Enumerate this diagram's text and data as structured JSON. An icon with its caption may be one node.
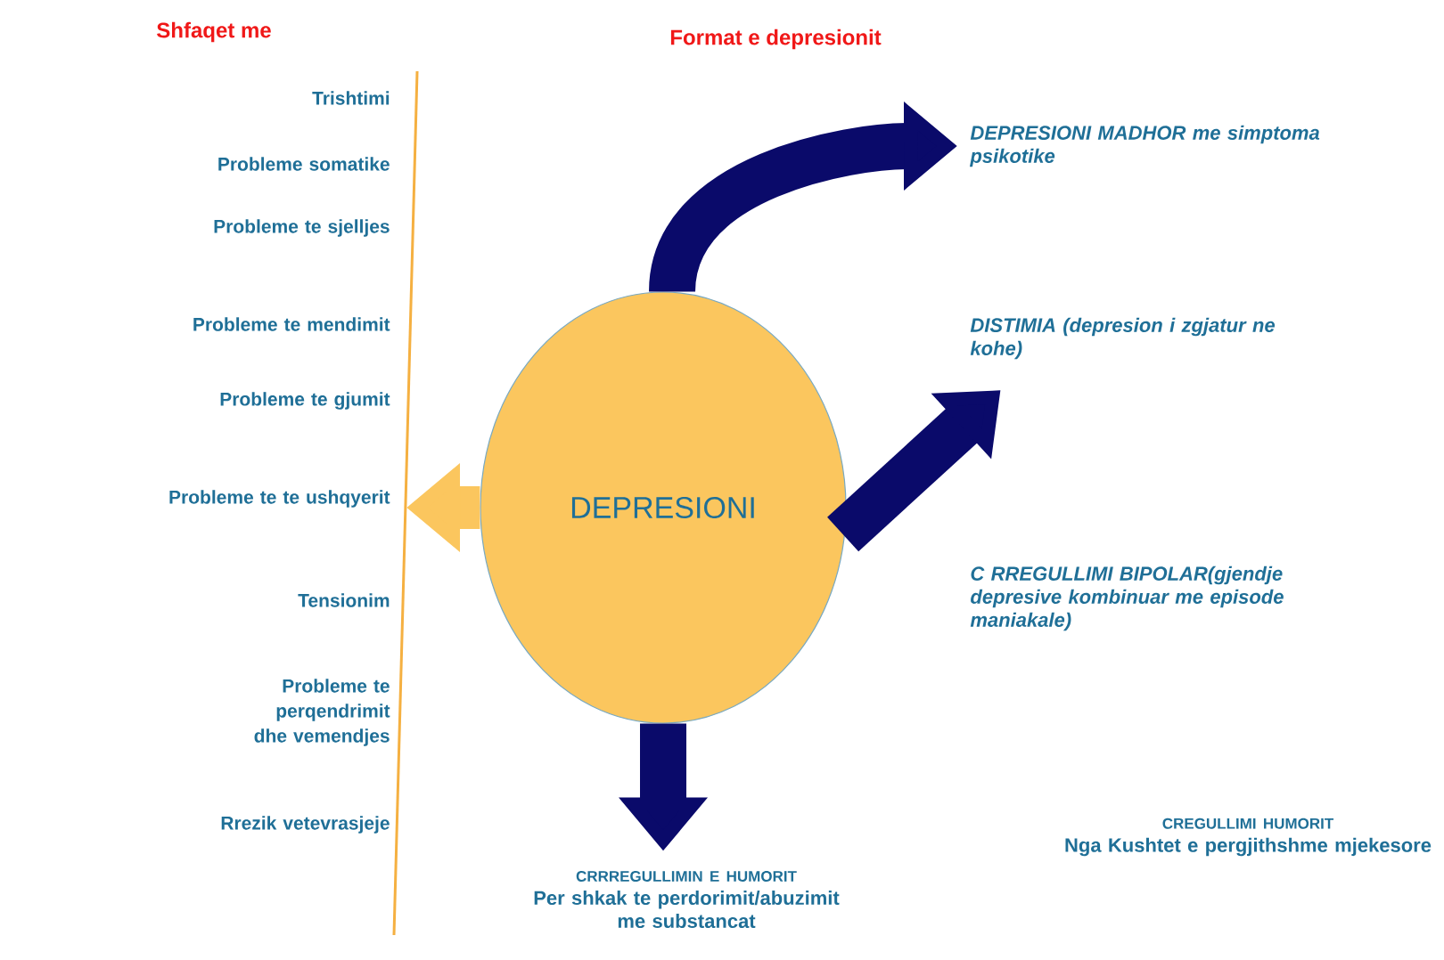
{
  "diagram": {
    "title": "Format e depresionit",
    "nodes": [
      {
        "text": [
          "DEPRESIONI"
        ]
      },
      {
        "text": [
          "DEPRESIONI MADHOR me simptoma psikotike"
        ]
      },
      {
        "text": [
          "DISTIMIA (depresion i zgjatur ne kohe)"
        ]
      },
      {
        "text": [
          "C RREGULLIMI BIPOLAR(gjendje depresive kombinuar me episode maniakale)"
        ]
      },
      {
        "text": [
          "CRRREGULLIMIN E HUMORIT",
          "Per shkak te perdorimit/abuzimit me substancat"
        ]
      },
      {
        "text": [
          "CREGULLIMI HUMORIT",
          "Nga Kushtet e pergjithshme mjekesore"
        ]
      }
    ],
    "edges": [
      {
        "from": 0,
        "to": 1,
        "arrow": "to"
      },
      {
        "from": 0,
        "to": 2,
        "arrow": "to"
      },
      {
        "from": 0,
        "to": 4,
        "arrow": "to"
      },
      {
        "from": 0,
        "to": null,
        "arrow": "to",
        "color": "#fbc65e"
      }
    ],
    "labels": [
      "Shfaqet me",
      "Trishtimi",
      "Probleme somatike",
      "Probleme te sjelljes",
      "Probleme te mendimit",
      "Probleme te  gjumit",
      "Probleme te te ushqyerit",
      "Tensionim",
      "Probleme te perqendrimit dhe vemendjes",
      "Rrezik vetevrasjeje"
    ]
  }
}
